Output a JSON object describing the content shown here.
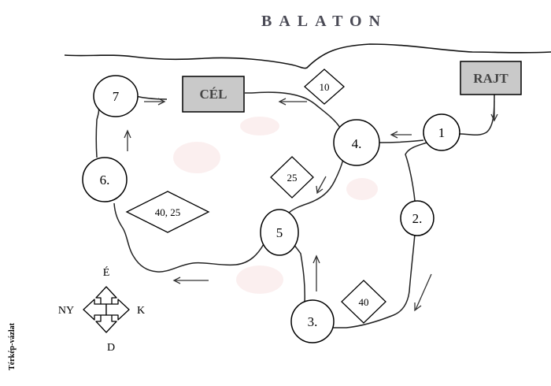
{
  "lake_name": "BALATON",
  "start_label": "RAJT",
  "finish_label": "CÉL",
  "checkpoints": [
    {
      "id": "cp1",
      "label": "1"
    },
    {
      "id": "cp2",
      "label": "2."
    },
    {
      "id": "cp3",
      "label": "3."
    },
    {
      "id": "cp4",
      "label": "4."
    },
    {
      "id": "cp5",
      "label": "5"
    },
    {
      "id": "cp6",
      "label": "6."
    },
    {
      "id": "cp7",
      "label": "7"
    }
  ],
  "speed_signs": [
    {
      "id": "sign-40-cp2-cp3",
      "label": "40"
    },
    {
      "id": "sign-25-cp4-cp5",
      "label": "25"
    },
    {
      "id": "sign-40-25-cp5-cp6",
      "label": "40, 25"
    },
    {
      "id": "sign-10-cp4-finish",
      "label": "10"
    }
  ],
  "compass": {
    "north": "É",
    "south": "D",
    "east": "K",
    "west": "NY"
  },
  "side_label": "Térkép-vázlat"
}
